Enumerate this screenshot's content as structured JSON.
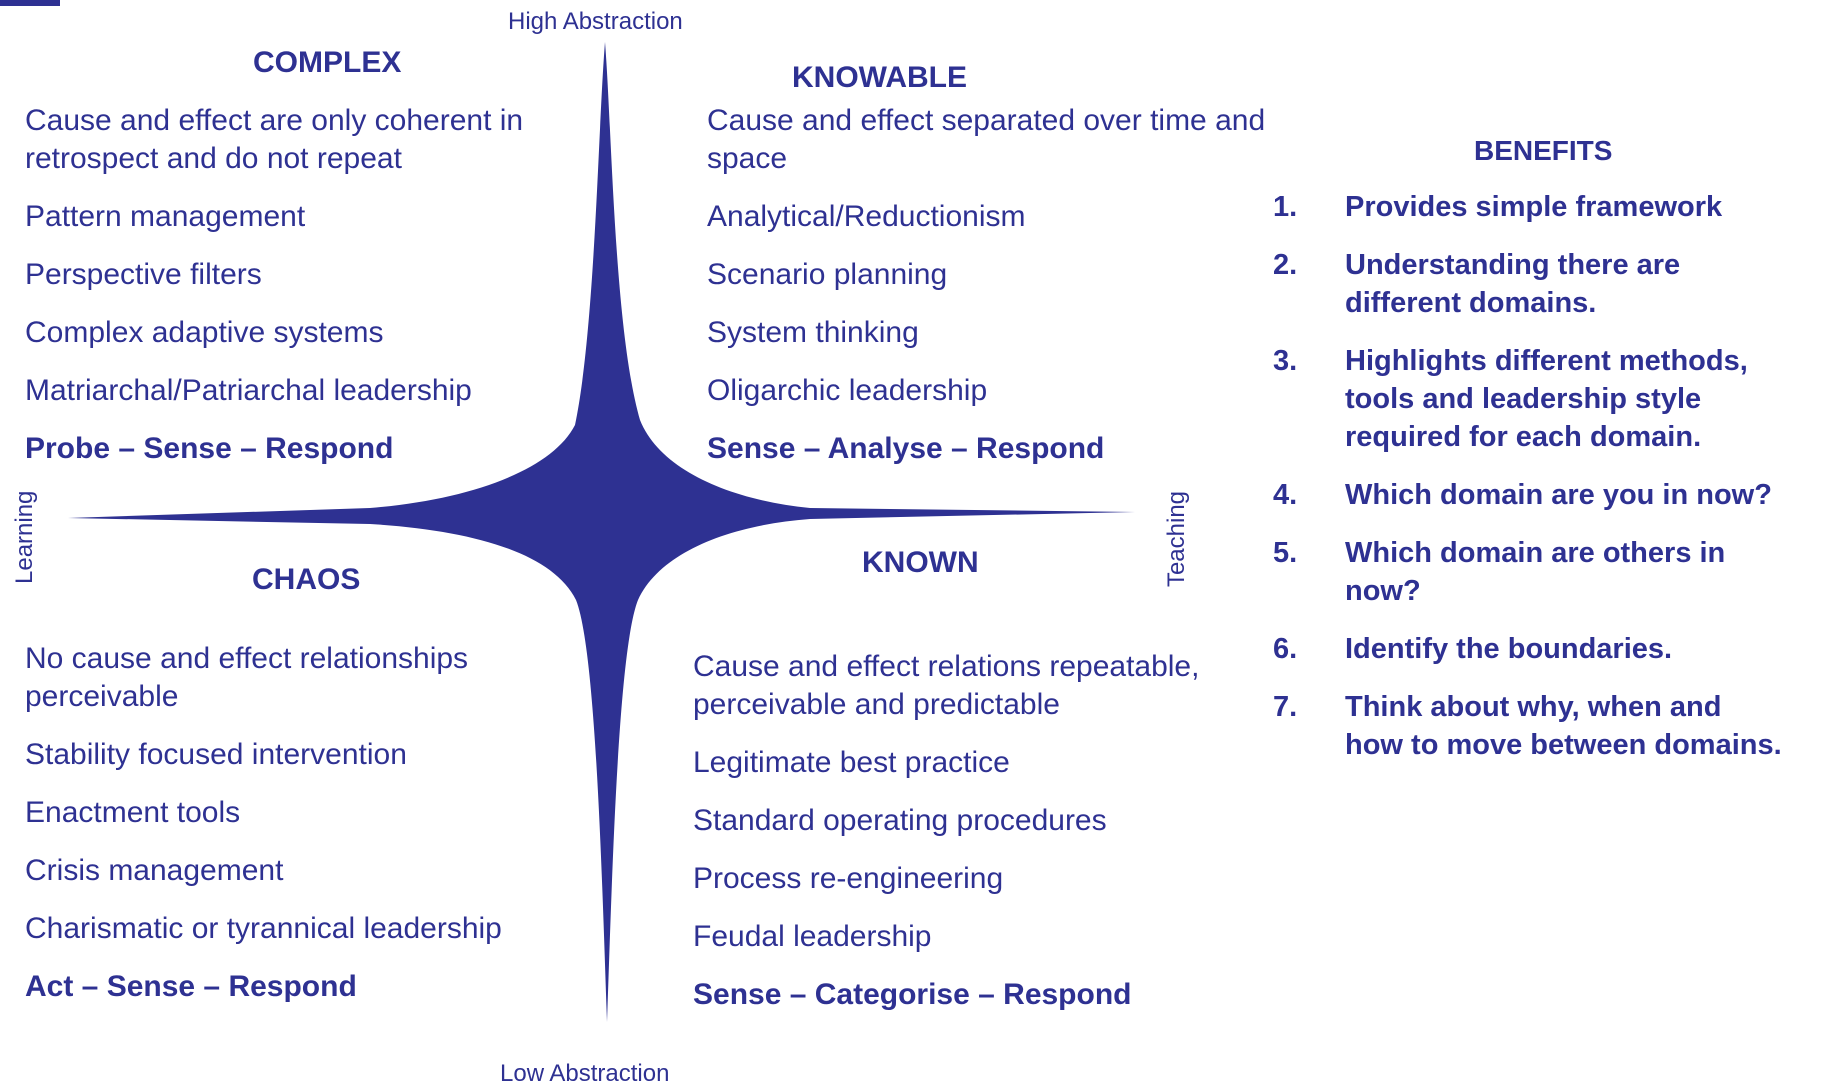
{
  "colors": {
    "primary": "#2e3192",
    "background": "#ffffff"
  },
  "axes": {
    "top": "High Abstraction",
    "bottom": "Low Abstraction",
    "left": "Learning",
    "right": "Teaching"
  },
  "quadrants": {
    "complex": {
      "title": "COMPLEX",
      "items": [
        "Cause and effect are only coherent in retrospect and do not repeat",
        "Pattern management",
        "Perspective filters",
        "Complex adaptive systems",
        "Matriarchal/Patriarchal leadership"
      ],
      "approach": "Probe – Sense – Respond"
    },
    "knowable": {
      "title": "KNOWABLE",
      "items": [
        "Cause and effect separated over time and space",
        "Analytical/Reductionism",
        "Scenario planning",
        "System thinking",
        "Oligarchic leadership"
      ],
      "approach": "Sense – Analyse – Respond"
    },
    "chaos": {
      "title": "CHAOS",
      "items": [
        "No cause and effect relationships perceivable",
        "Stability focused intervention",
        "Enactment tools",
        "Crisis management",
        "Charismatic or tyrannical leadership"
      ],
      "approach": "Act – Sense – Respond"
    },
    "known": {
      "title": "KNOWN",
      "items": [
        "Cause and effect relations repeatable, perceivable and predictable",
        "Legitimate best practice",
        "Standard operating procedures",
        "Process re-engineering",
        "Feudal leadership"
      ],
      "approach": "Sense – Categorise – Respond"
    }
  },
  "benefits": {
    "title": "BENEFITS",
    "items": [
      {
        "num": "1.",
        "text": "Provides simple framework"
      },
      {
        "num": "2.",
        "text": "Understanding there are different domains."
      },
      {
        "num": "3.",
        "text": "Highlights different methods, tools and leadership style required for each domain."
      },
      {
        "num": "4.",
        "text": "Which domain are you in now?"
      },
      {
        "num": "5.",
        "text": "Which domain are others in now?"
      },
      {
        "num": "6.",
        "text": "Identify the boundaries."
      },
      {
        "num": "7.",
        "text": "Think about why, when and how to move between domains."
      }
    ]
  }
}
